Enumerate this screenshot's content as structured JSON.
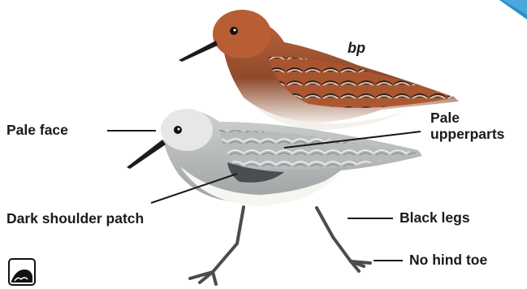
{
  "plumage_tag": "bp",
  "labels": {
    "pale_face": "Pale face",
    "pale_upperparts_line1": "Pale",
    "pale_upperparts_line2": "upperparts",
    "dark_shoulder_patch": "Dark shoulder patch",
    "black_legs": "Black legs",
    "no_hind_toe": "No hind toe"
  },
  "icons": {
    "habitat": "bird-in-water-icon",
    "corner": "corner-tab-icon"
  },
  "colors": {
    "breeding_rufous": "#b4582e",
    "breeding_dark": "#2a1c14",
    "nonbreeding_gray": "#b9bcbc",
    "belly_white": "#f7f7f4",
    "leg_gray": "#4a4d4f",
    "corner_blue": "#2f8fc7"
  }
}
